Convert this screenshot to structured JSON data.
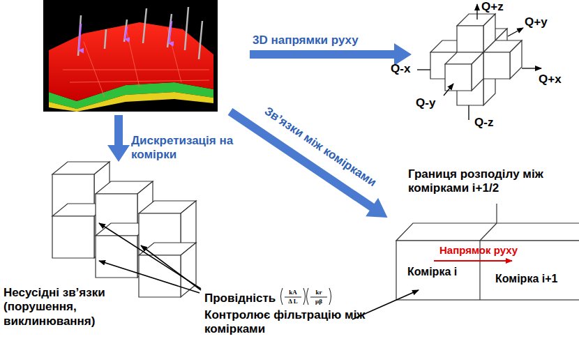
{
  "diagram": {
    "nodes": [
      {
        "text": [
          "Комірка i"
        ]
      },
      {
        "text": [
          "Комірка i+1"
        ]
      }
    ],
    "labels": [
      "3D напрямки руху",
      "Дискретизація на комірки",
      "Зв’язки між комірками",
      "Q+z",
      "Q+y",
      "Q-x",
      "Q+x",
      "Q-y",
      "Q-z",
      "Границя розподілу між комірками i+1/2",
      "Напрямок руху",
      "Несусідні зв’язки (порушення, виклинювання)",
      "Провідність",
      "kA",
      "Δ L",
      "kr",
      "μβ",
      "Контролює фільтрацію між комірками"
    ]
  }
}
